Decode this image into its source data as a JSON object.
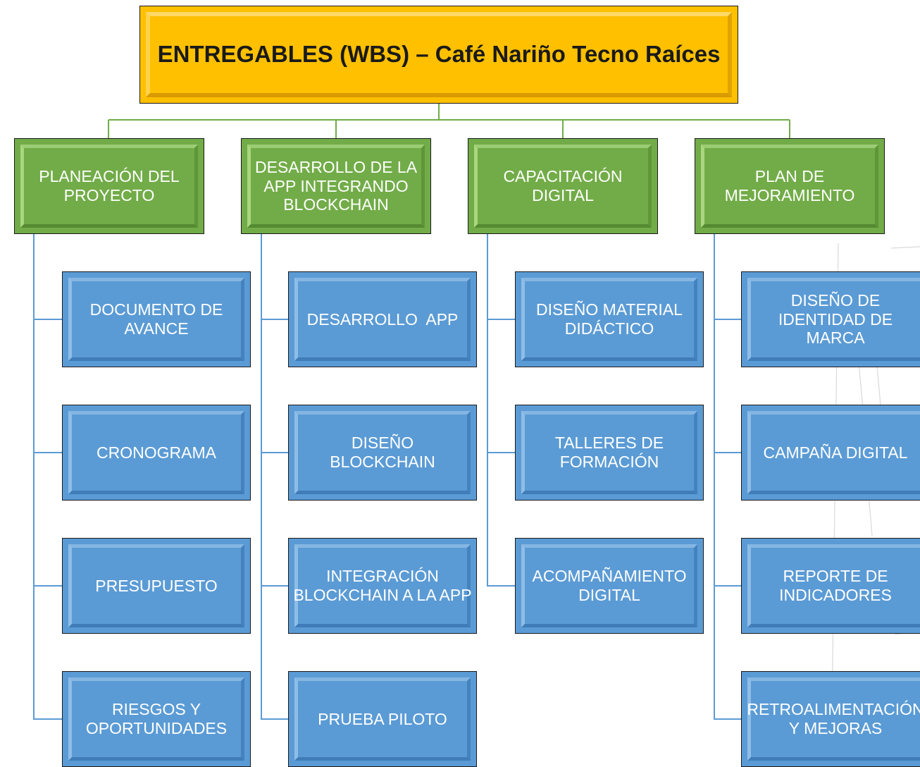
{
  "root": {
    "title": "ENTREGABLES (WBS) – Café Nariño Tecno Raíces"
  },
  "branches": [
    {
      "label": "PLANEACIÓN DEL PROYECTO",
      "children": [
        "DOCUMENTO DE AVANCE",
        "CRONOGRAMA",
        "PRESUPUESTO",
        "RIESGOS Y OPORTUNIDADES"
      ]
    },
    {
      "label": "DESARROLLO DE LA APP INTEGRANDO BLOCKCHAIN",
      "children": [
        "DESARROLLO  APP",
        "DISEÑO BLOCKCHAIN",
        "INTEGRACIÓN BLOCKCHAIN A LA APP",
        "PRUEBA PILOTO"
      ]
    },
    {
      "label": "CAPACITACIÓN DIGITAL",
      "children": [
        "DISEÑO MATERIAL DIDÁCTICO",
        "TALLERES DE FORMACIÓN",
        "ACOMPAÑAMIENTO DIGITAL"
      ]
    },
    {
      "label": "PLAN DE MEJORAMIENTO",
      "children": [
        "DISEÑO DE IDENTIDAD DE MARCA",
        "CAMPAÑA DIGITAL",
        "REPORTE DE INDICADORES",
        "RETROALIMENTACIÓN Y MEJORAS"
      ]
    }
  ],
  "colors": {
    "root": "#ffc000",
    "branch": "#72ac48",
    "leaf": "#5b9bd5",
    "connector_green": "#70ad47",
    "connector_blue": "#5b9bd5"
  }
}
